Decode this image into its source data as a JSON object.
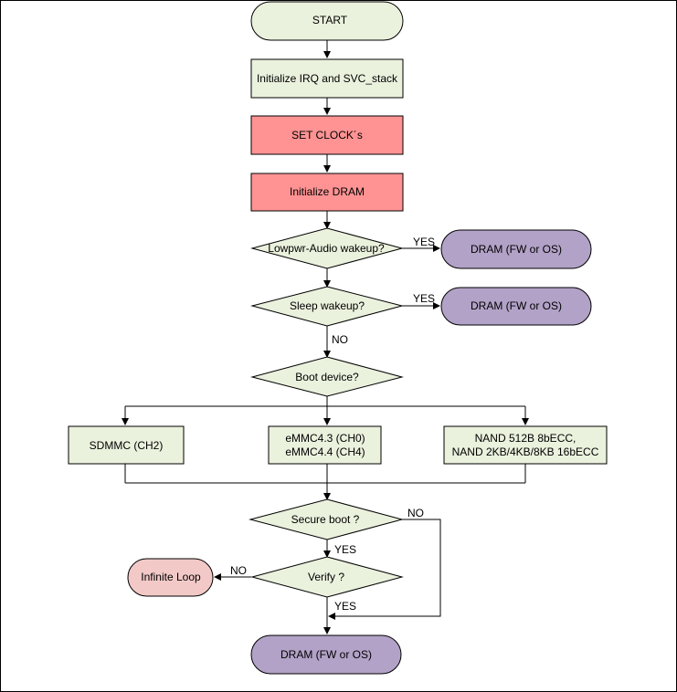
{
  "nodes": {
    "start": "START",
    "init_irq": "Initialize IRQ and SVC_stack",
    "set_clock": "SET CLOCK´s",
    "init_dram": "Initialize DRAM",
    "lowpwr_audio": "Lowpwr-Audio wakeup?",
    "dram_audio": "DRAM (FW or OS)",
    "sleep_wakeup": "Sleep wakeup?",
    "dram_sleep": "DRAM (FW or OS)",
    "boot_device": "Boot device?",
    "sdmmc": "SDMMC (CH2)",
    "emmc_line1": "eMMC4.3 (CH0)",
    "emmc_line2": "eMMC4.4 (CH4)",
    "nand_line1": "NAND 512B 8bECC,",
    "nand_line2": "NAND 2KB/4KB/8KB 16bECC",
    "secure_boot": "Secure boot ?",
    "verify": "Verify ?",
    "infinite_loop": "Infinite Loop",
    "dram_final": "DRAM (FW or OS)"
  },
  "edge_labels": {
    "yes_audio": "YES",
    "yes_sleep": "YES",
    "no_sleep": "NO",
    "no_secure": "NO",
    "yes_secure": "YES",
    "no_verify": "NO",
    "yes_verify": "YES"
  },
  "colors": {
    "process_fill": "#eaf1dd",
    "clock_fill": "#ff9393",
    "dram_fill": "#b2a2c7",
    "loop_fill": "#f2c9c7",
    "stroke": "#000000"
  }
}
